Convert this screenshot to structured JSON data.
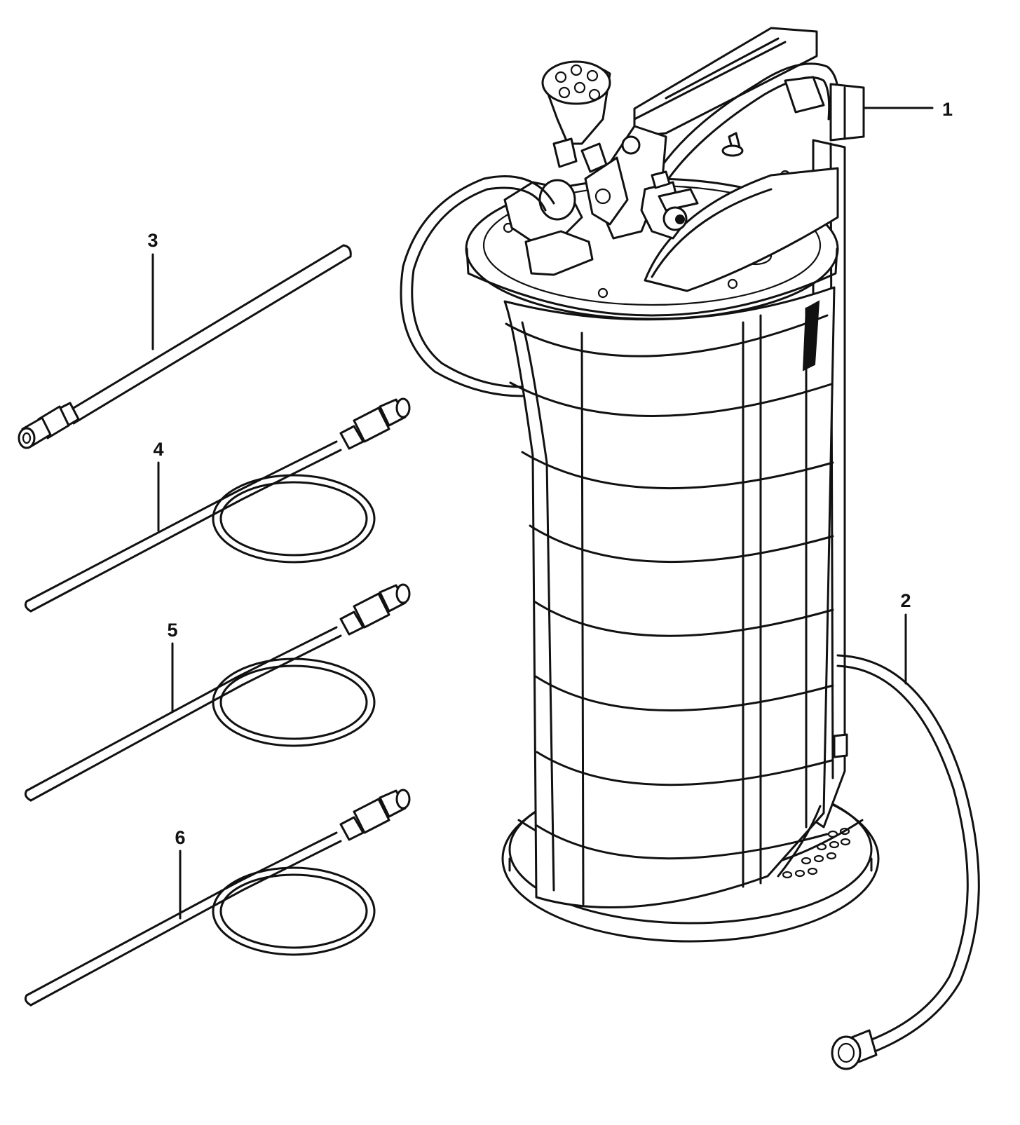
{
  "callouts": [
    {
      "id": "1",
      "label": "1"
    },
    {
      "id": "2",
      "label": "2"
    },
    {
      "id": "3",
      "label": "3"
    },
    {
      "id": "4",
      "label": "4"
    },
    {
      "id": "5",
      "label": "5"
    },
    {
      "id": "6",
      "label": "6"
    }
  ],
  "parts": {
    "1": "fluid-extractor-unit",
    "2": "drain-hose",
    "3": "rigid-suction-probe",
    "4": "flexible-probe-tube-a",
    "5": "flexible-probe-tube-b",
    "6": "flexible-probe-tube-c"
  }
}
